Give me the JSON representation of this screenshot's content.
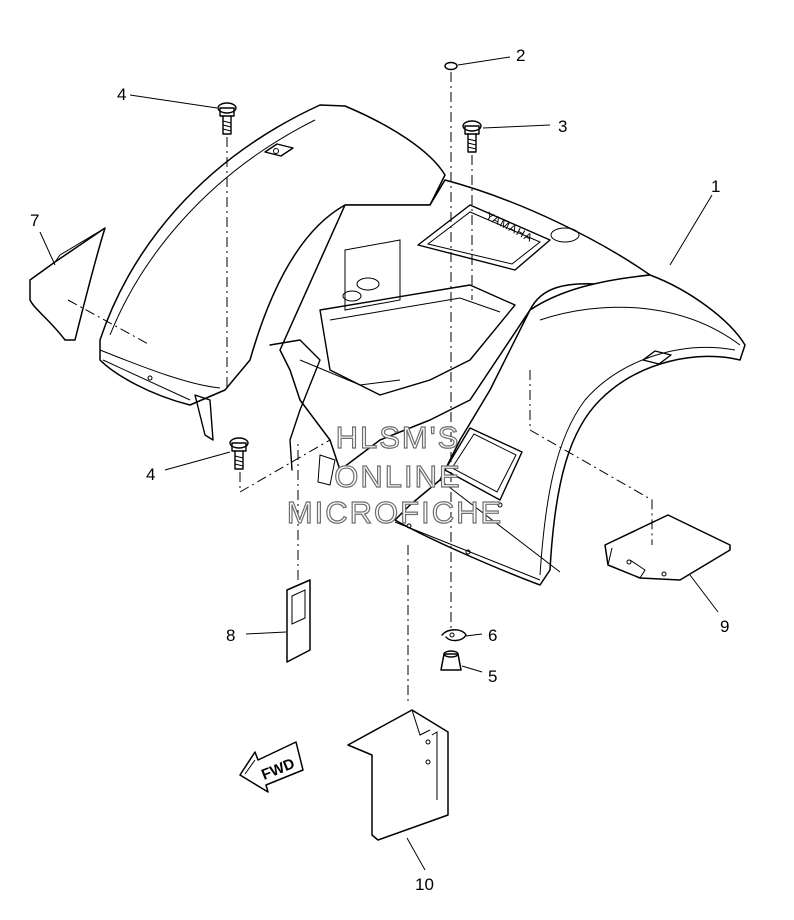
{
  "diagram": {
    "callouts": [
      {
        "id": "1",
        "label": "1"
      },
      {
        "id": "2",
        "label": "2"
      },
      {
        "id": "3",
        "label": "3"
      },
      {
        "id": "4a",
        "label": "4"
      },
      {
        "id": "4b",
        "label": "4"
      },
      {
        "id": "5",
        "label": "5"
      },
      {
        "id": "6",
        "label": "6"
      },
      {
        "id": "7",
        "label": "7"
      },
      {
        "id": "8",
        "label": "8"
      },
      {
        "id": "9",
        "label": "9"
      },
      {
        "id": "10",
        "label": "10"
      }
    ],
    "watermark": {
      "line1": "HLSM'S",
      "line2": "ONLINE",
      "line3": "MICROFICHE"
    },
    "direction_label": "FWD",
    "emblem_text": "YAMAHA"
  }
}
